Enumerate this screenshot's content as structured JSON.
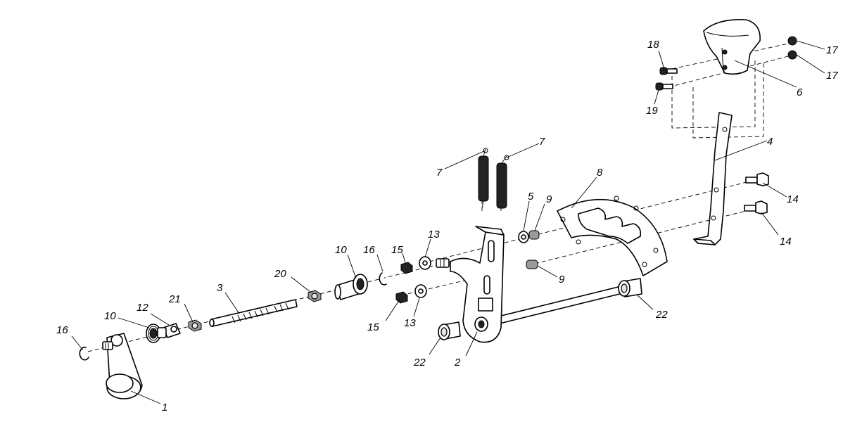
{
  "callouts": {
    "c1": "1",
    "c2": "2",
    "c3": "3",
    "c4": "4",
    "c5": "5",
    "c6": "6",
    "c7a": "7",
    "c7b": "7",
    "c8": "8",
    "c9a": "9",
    "c9b": "9",
    "c10a": "10",
    "c10b": "10",
    "c12": "12",
    "c13a": "13",
    "c13b": "13",
    "c14a": "14",
    "c14b": "14",
    "c15a": "15",
    "c15b": "15",
    "c16a": "16",
    "c16b": "16",
    "c17a": "17",
    "c17b": "17",
    "c18": "18",
    "c19": "19",
    "c20": "20",
    "c21": "21",
    "c22a": "22",
    "c22b": "22"
  },
  "colors": {
    "line": "#000000",
    "background": "#ffffff"
  }
}
